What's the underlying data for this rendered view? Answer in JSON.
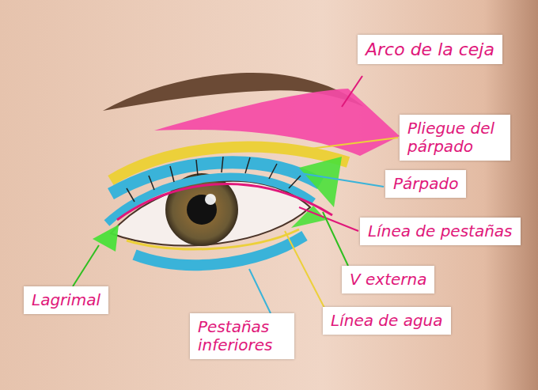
{
  "diagram": {
    "nodes": [
      {
        "text": [
          "Arco de la ceja"
        ]
      },
      {
        "text": [
          "Pliegue del párpado"
        ]
      },
      {
        "text": [
          "Párpado"
        ]
      },
      {
        "text": [
          "Línea de pestañas"
        ]
      },
      {
        "text": [
          "V externa"
        ]
      },
      {
        "text": [
          "Lagrimal"
        ]
      },
      {
        "text": [
          "Línea de agua"
        ]
      },
      {
        "text": [
          "Pestañas inferiores"
        ]
      }
    ]
  }
}
